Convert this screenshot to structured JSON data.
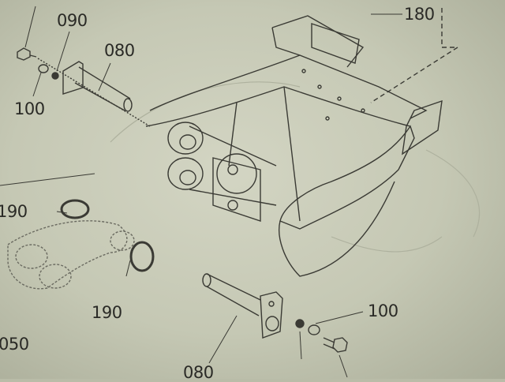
{
  "diagram": {
    "callouts": [
      {
        "id": "label-090-top",
        "text": "090"
      },
      {
        "id": "label-080-top",
        "text": "080"
      },
      {
        "id": "label-100-left",
        "text": "100"
      },
      {
        "id": "label-180",
        "text": "180"
      },
      {
        "id": "label-190-left",
        "text": "190"
      },
      {
        "id": "label-190-bottom",
        "text": "190"
      },
      {
        "id": "label-100-right",
        "text": "100"
      },
      {
        "id": "label-080-bottom",
        "text": "080"
      },
      {
        "id": "label-050",
        "text": "050"
      }
    ]
  }
}
